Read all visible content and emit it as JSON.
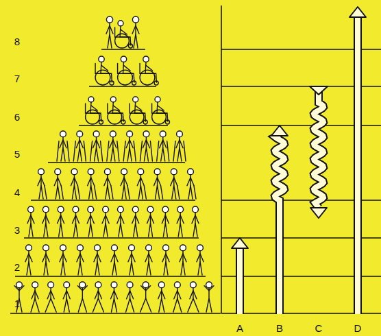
{
  "diagram": {
    "labels": [
      "8",
      "7",
      "6",
      "5",
      "4",
      "3",
      "2",
      "1",
      "A",
      "B",
      "C",
      "D"
    ]
  }
}
